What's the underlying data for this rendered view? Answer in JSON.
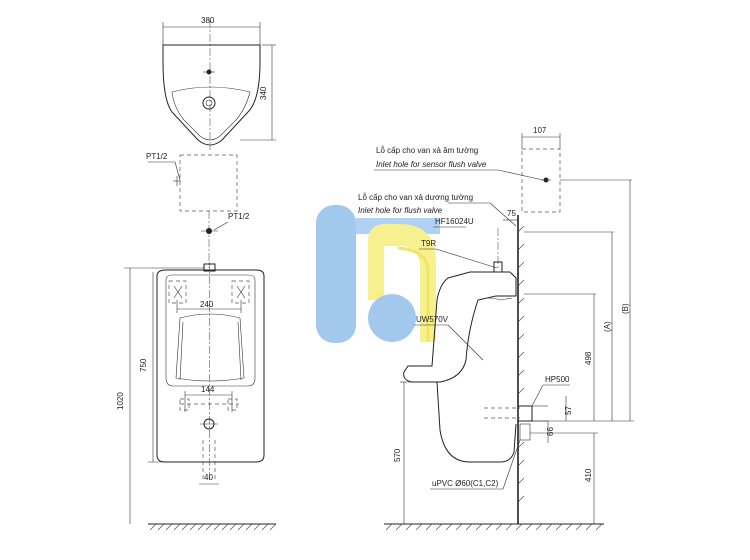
{
  "dimensions": {
    "top_width": "380",
    "top_depth": "340",
    "width_240": "240",
    "height_750": "750",
    "height_1020": "1020",
    "spacing_144": "144",
    "width_40": "40",
    "depth_107": "107",
    "depth_75": "75",
    "height_498": "498",
    "height_570": "570",
    "height_57": "57",
    "height_66": "66",
    "height_410": "410",
    "label_a": "(A)",
    "label_b": "(B)"
  },
  "labels": {
    "pt_upper": "PT1/2",
    "pt_lower": "PT1/2",
    "sensor_vn": "Lỗ cấp cho van xả âm tường",
    "sensor_en": "Inlet hole for sensor flush valve",
    "flush_vn": "Lỗ cấp cho van xả dương tường",
    "flush_en": "Inlet hole for flush valve",
    "hf": "HF16024U",
    "t9r": "T9R",
    "uw": "UW570V",
    "hp": "HP500",
    "upvc": "uPVC Ø60(C1,C2)"
  },
  "colors": {
    "line": "#222222",
    "watermark_blue": "#9fc6ee",
    "watermark_yellow": "#f7f08a"
  }
}
